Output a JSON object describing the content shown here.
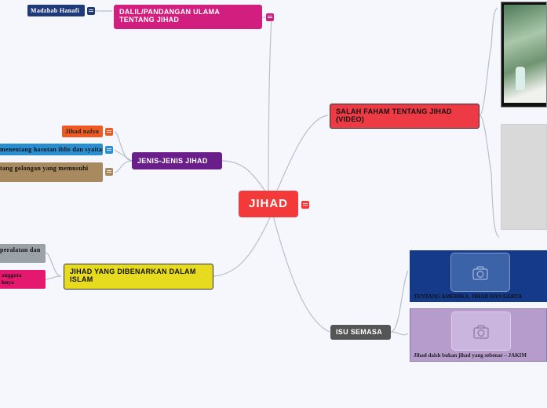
{
  "root": {
    "label": "JIHAD"
  },
  "branches": {
    "dalil": {
      "label": "DALIL/PANDANGAN ULAMA TENTANG JIHAD",
      "child": "Madzhab Hanafi"
    },
    "jenis": {
      "label": "JENIS-JENIS JIHAD",
      "children": [
        "Jihad nafsu",
        "menentang hasutan iblis dan syaitan",
        "tang golongan yang memusuhi"
      ]
    },
    "dibenarkan": {
      "label": "JIHAD YANG DIBENARKAN DALAM ISLAM",
      "children": [
        "peralatan dan",
        "anggota\nhnya"
      ]
    },
    "salah_faham": {
      "label": "SALAH FAHAM TENTANG JIHAD (VIDEO)"
    },
    "isu": {
      "label": "ISU SEMASA",
      "children": [
        "TENTANG AMERIKA, JIHAD DAN GERTA",
        "Jihad daish bukan jihad yang sebenar – JAKIM"
      ]
    }
  },
  "colors": {
    "root": "#f23a3a",
    "dalil": "#d21e7e",
    "jenis": "#6a1e8a",
    "dibenarkan": "#e6db1e",
    "salah_faham": "#ee3a44",
    "isu": "#555555",
    "hanafi": "#1f3a7a",
    "nafsu": "#ef5a23",
    "iblis": "#2a8fd1",
    "golongan": "#a88a5e",
    "peralatan": "#9aa2a8",
    "anggota": "#e3186e",
    "amerika": "#163a8a",
    "daish": "#b59ccc"
  },
  "icons": [
    "note-icon",
    "camera-icon",
    "video-thumbnail"
  ]
}
